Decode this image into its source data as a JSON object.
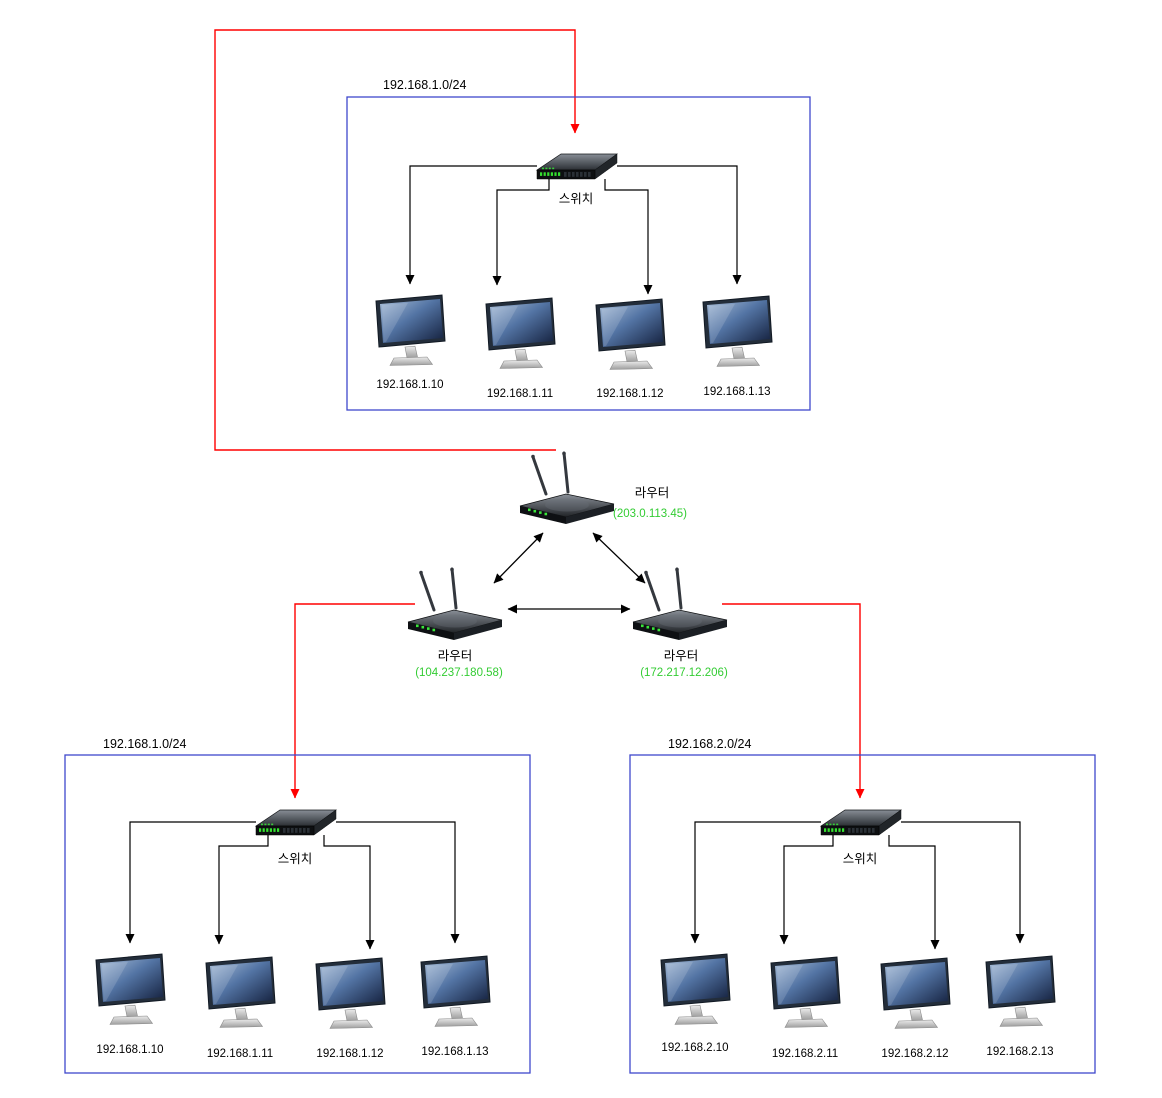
{
  "colors": {
    "subnet_border": "#3f48cc",
    "route_path": "#ff0000",
    "router_ip_text": "#33cc33",
    "connector": "#000000"
  },
  "top_network": {
    "subnet": "192.168.1.0/24",
    "switch_label": "스위치",
    "hosts": [
      "192.168.1.10",
      "192.168.1.11",
      "192.168.1.12",
      "192.168.1.13"
    ]
  },
  "routers": {
    "top": {
      "label": "라우터",
      "ip": "(203.0.113.45)"
    },
    "left": {
      "label": "라우터",
      "ip": "(104.237.180.58)"
    },
    "right": {
      "label": "라우터",
      "ip": "(172.217.12.206)"
    }
  },
  "bottom_left_network": {
    "subnet": "192.168.1.0/24",
    "switch_label": "스위치",
    "hosts": [
      "192.168.1.10",
      "192.168.1.11",
      "192.168.1.12",
      "192.168.1.13"
    ]
  },
  "bottom_right_network": {
    "subnet": "192.168.2.0/24",
    "switch_label": "스위치",
    "hosts": [
      "192.168.2.10",
      "192.168.2.11",
      "192.168.2.12",
      "192.168.2.13"
    ]
  }
}
